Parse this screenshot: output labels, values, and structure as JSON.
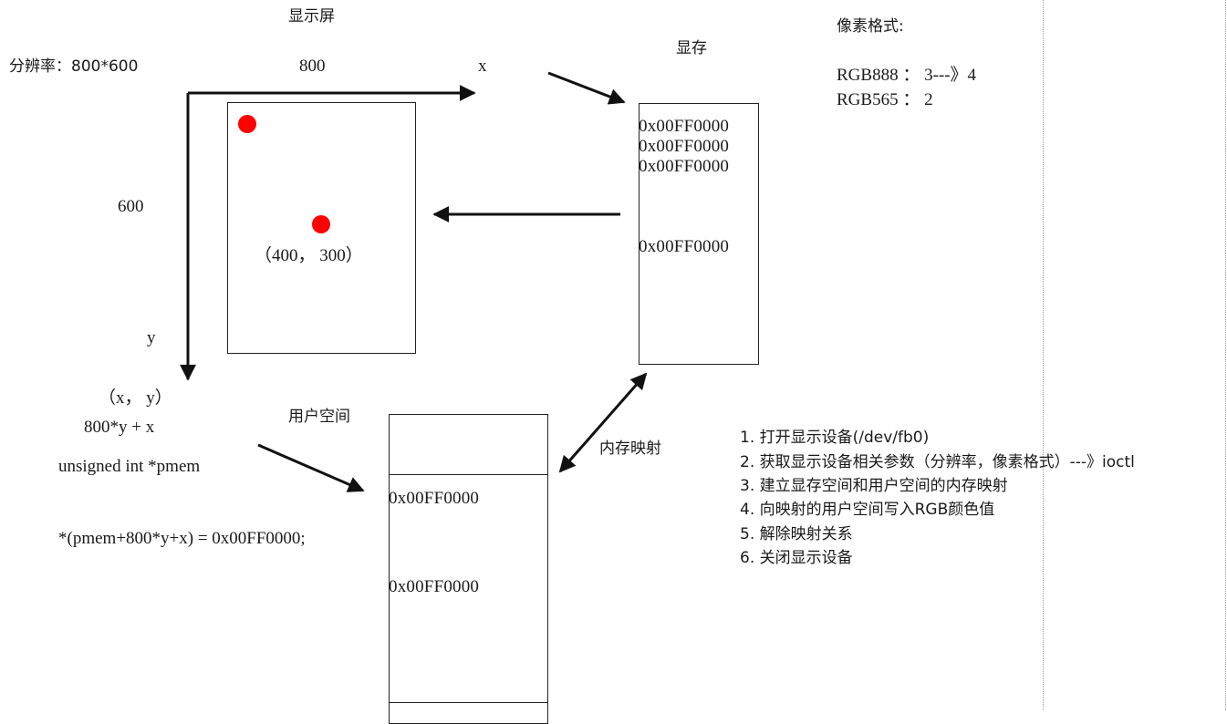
{
  "screen": {
    "title": "显示屏",
    "resolution_label": "分辨率：800*600",
    "width_label": "800",
    "height_label": "600",
    "x_axis_label": "x",
    "y_axis_label": "y",
    "center_coord": "（400， 300）",
    "dot_color": "#ff0000"
  },
  "formula": {
    "coord": "（x， y）",
    "offset": "800*y + x",
    "pointer_decl": "unsigned int *pmem",
    "assignment": "*(pmem+800*y+x) = 0x00FF0000;"
  },
  "vram": {
    "title": "显存",
    "values": [
      "0x00FF0000",
      "0x00FF0000",
      "0x00FF0000",
      "0x00FF0000"
    ]
  },
  "user_space": {
    "title": "用户空间",
    "values": [
      "0x00FF0000",
      "0x00FF0000"
    ],
    "mapping_label": "内存映射"
  },
  "pixel_format": {
    "title": "像素格式:",
    "rgb888": "RGB888 ： 3---》4",
    "rgb565": "RGB565 ： 2"
  },
  "steps": [
    "1. 打开显示设备(/dev/fb0)",
    "2. 获取显示设备相关参数（分辨率，像素格式）---》ioctl",
    "3. 建立显存空间和用户空间的内存映射",
    "4. 向映射的用户空间写入RGB颜色值",
    "5. 解除映射关系",
    "6. 关闭显示设备"
  ]
}
